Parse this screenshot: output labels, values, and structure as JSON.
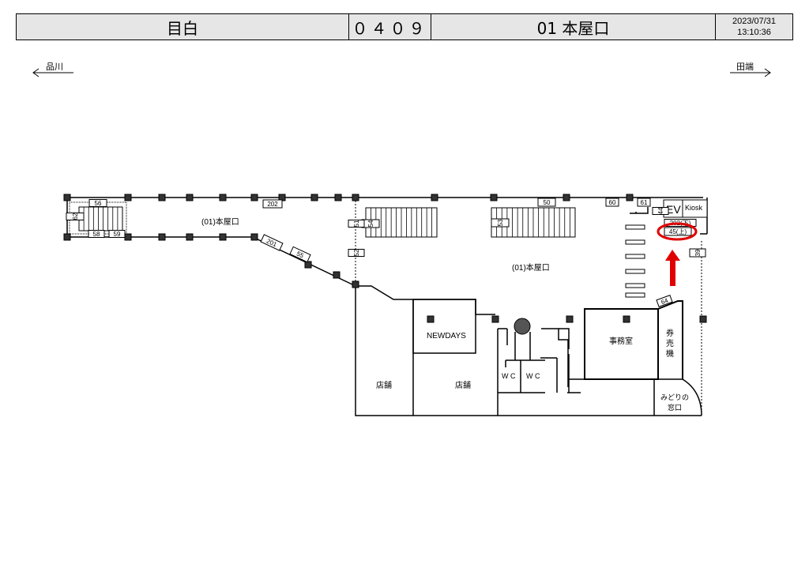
{
  "header": {
    "station": "目白",
    "code": "０４０９",
    "exit": "01 本屋口",
    "date": "2023/07/31",
    "time": "13:10:36"
  },
  "directions": {
    "left": "品川",
    "right": "田端"
  },
  "areas": {
    "west_concourse": "(01)本屋口",
    "main_concourse": "(01)本屋口"
  },
  "rooms": {
    "newdays": "NEWDAYS",
    "shop1": "店舗",
    "shop2": "店舗",
    "wc1": "W C",
    "wc2": "W C",
    "office": "事務室",
    "ticket_machine": [
      "券",
      "売",
      "機"
    ],
    "midori1": "みどりの",
    "midori2": "窓口",
    "ev": "EV",
    "kiosk": "Kiosk"
  },
  "signs": {
    "s56": "56",
    "s62": "62",
    "s58": "58",
    "s59": "59",
    "s202": "202",
    "s201": "201",
    "s55": "55",
    "s54": "54",
    "s51": "51",
    "s52": "52",
    "s53": "53",
    "s50": "50",
    "s60": "60",
    "s61": "61",
    "s44": "44",
    "s202d": "202(下)",
    "s45": "45(上)",
    "s39": "39",
    "s64": "64"
  },
  "highlight": {
    "target": "45",
    "color": "#e00000"
  }
}
